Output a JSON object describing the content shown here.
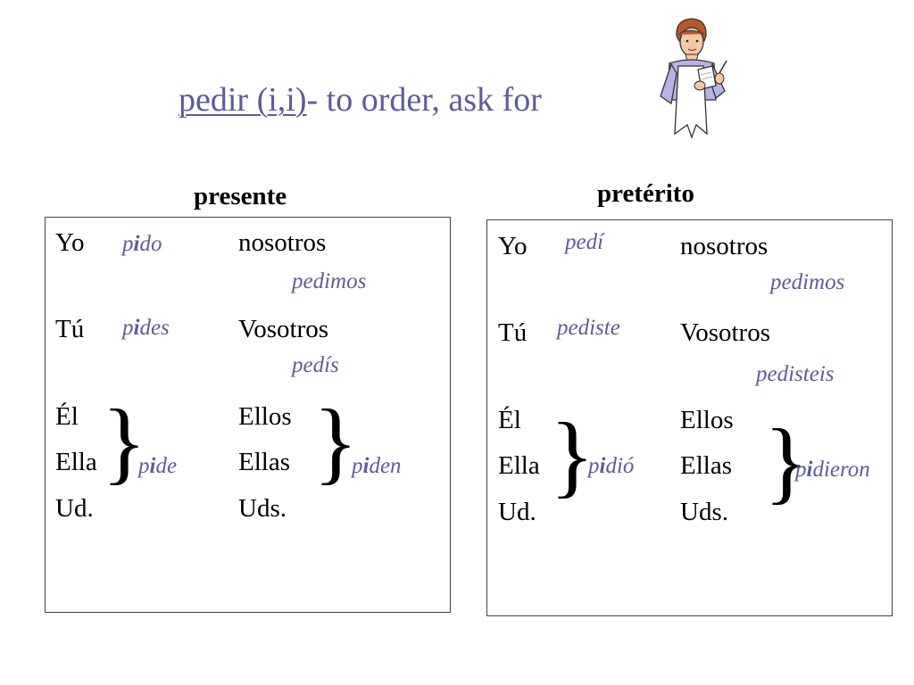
{
  "slide": {
    "title": {
      "verb": "pedir (i,i)",
      "meaning": "- to order, ask for"
    },
    "clipart_icon": "waitress-taking-order-icon"
  },
  "presente": {
    "heading": "presente",
    "yo": "Yo",
    "yo_form": {
      "stem": "p",
      "stressed": "i",
      "ending": "do"
    },
    "nosotros": "nosotros",
    "nosotros_form": "pedimos",
    "tu": "Tú",
    "tu_form": {
      "stem": "p",
      "stressed": "i",
      "ending": "des"
    },
    "vosotros": "Vosotros",
    "vosotros_form": "pedís",
    "el": "Él",
    "ella": "Ella",
    "ud": "Ud.",
    "el_form": {
      "stem": "p",
      "stressed": "i",
      "ending": "de"
    },
    "ellos": "Ellos",
    "ellas": "Ellas",
    "uds": "Uds.",
    "ellos_form": {
      "stem": "p",
      "stressed": "i",
      "ending": "den"
    }
  },
  "preterito": {
    "heading": "pretérito",
    "yo": "Yo",
    "yo_form": "pedí",
    "nosotros": "nosotros",
    "nosotros_form": "pedimos",
    "tu": "Tú",
    "tu_form": "pediste",
    "vosotros": "Vosotros",
    "vosotros_form": "pedisteis",
    "el": "Él",
    "ella": "Ella",
    "ud": "Ud.",
    "el_form": {
      "stem": "p",
      "stressed": "i",
      "ending": "dió"
    },
    "ellos": "Ellos",
    "ellas": "Ellas",
    "uds": "Uds.",
    "ellos_form": {
      "stem": "p",
      "stressed": "i",
      "ending": "dieron"
    }
  },
  "brace_glyph": "}"
}
